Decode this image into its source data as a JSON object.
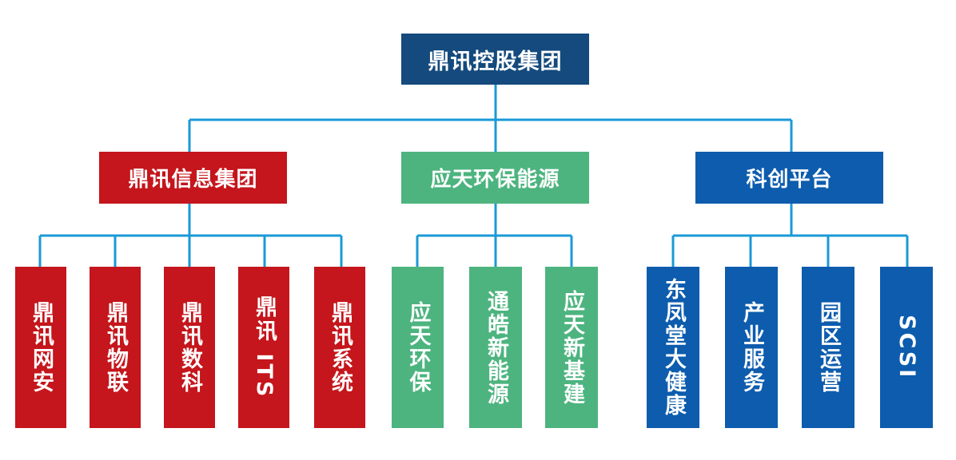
{
  "colors": {
    "root": "#144a7d",
    "connector": "#1b9ad6",
    "red": "#c4161c",
    "green": "#4db47f",
    "blue": "#0d5cad"
  },
  "root": {
    "label": "鼎讯控股集团"
  },
  "groups": [
    {
      "label": "鼎讯信息集团",
      "color": "red",
      "children": [
        "鼎讯网安",
        "鼎讯物联",
        "鼎讯数科",
        "鼎讯 ITS",
        "鼎讯系统"
      ]
    },
    {
      "label": "应天环保能源",
      "color": "green",
      "children": [
        "应天环保",
        "通皓新能源",
        "应天新基建"
      ]
    },
    {
      "label": "科创平台",
      "color": "blue",
      "children": [
        "东凤堂大健康",
        "产业服务",
        "园区运营",
        "SCSI"
      ]
    }
  ]
}
